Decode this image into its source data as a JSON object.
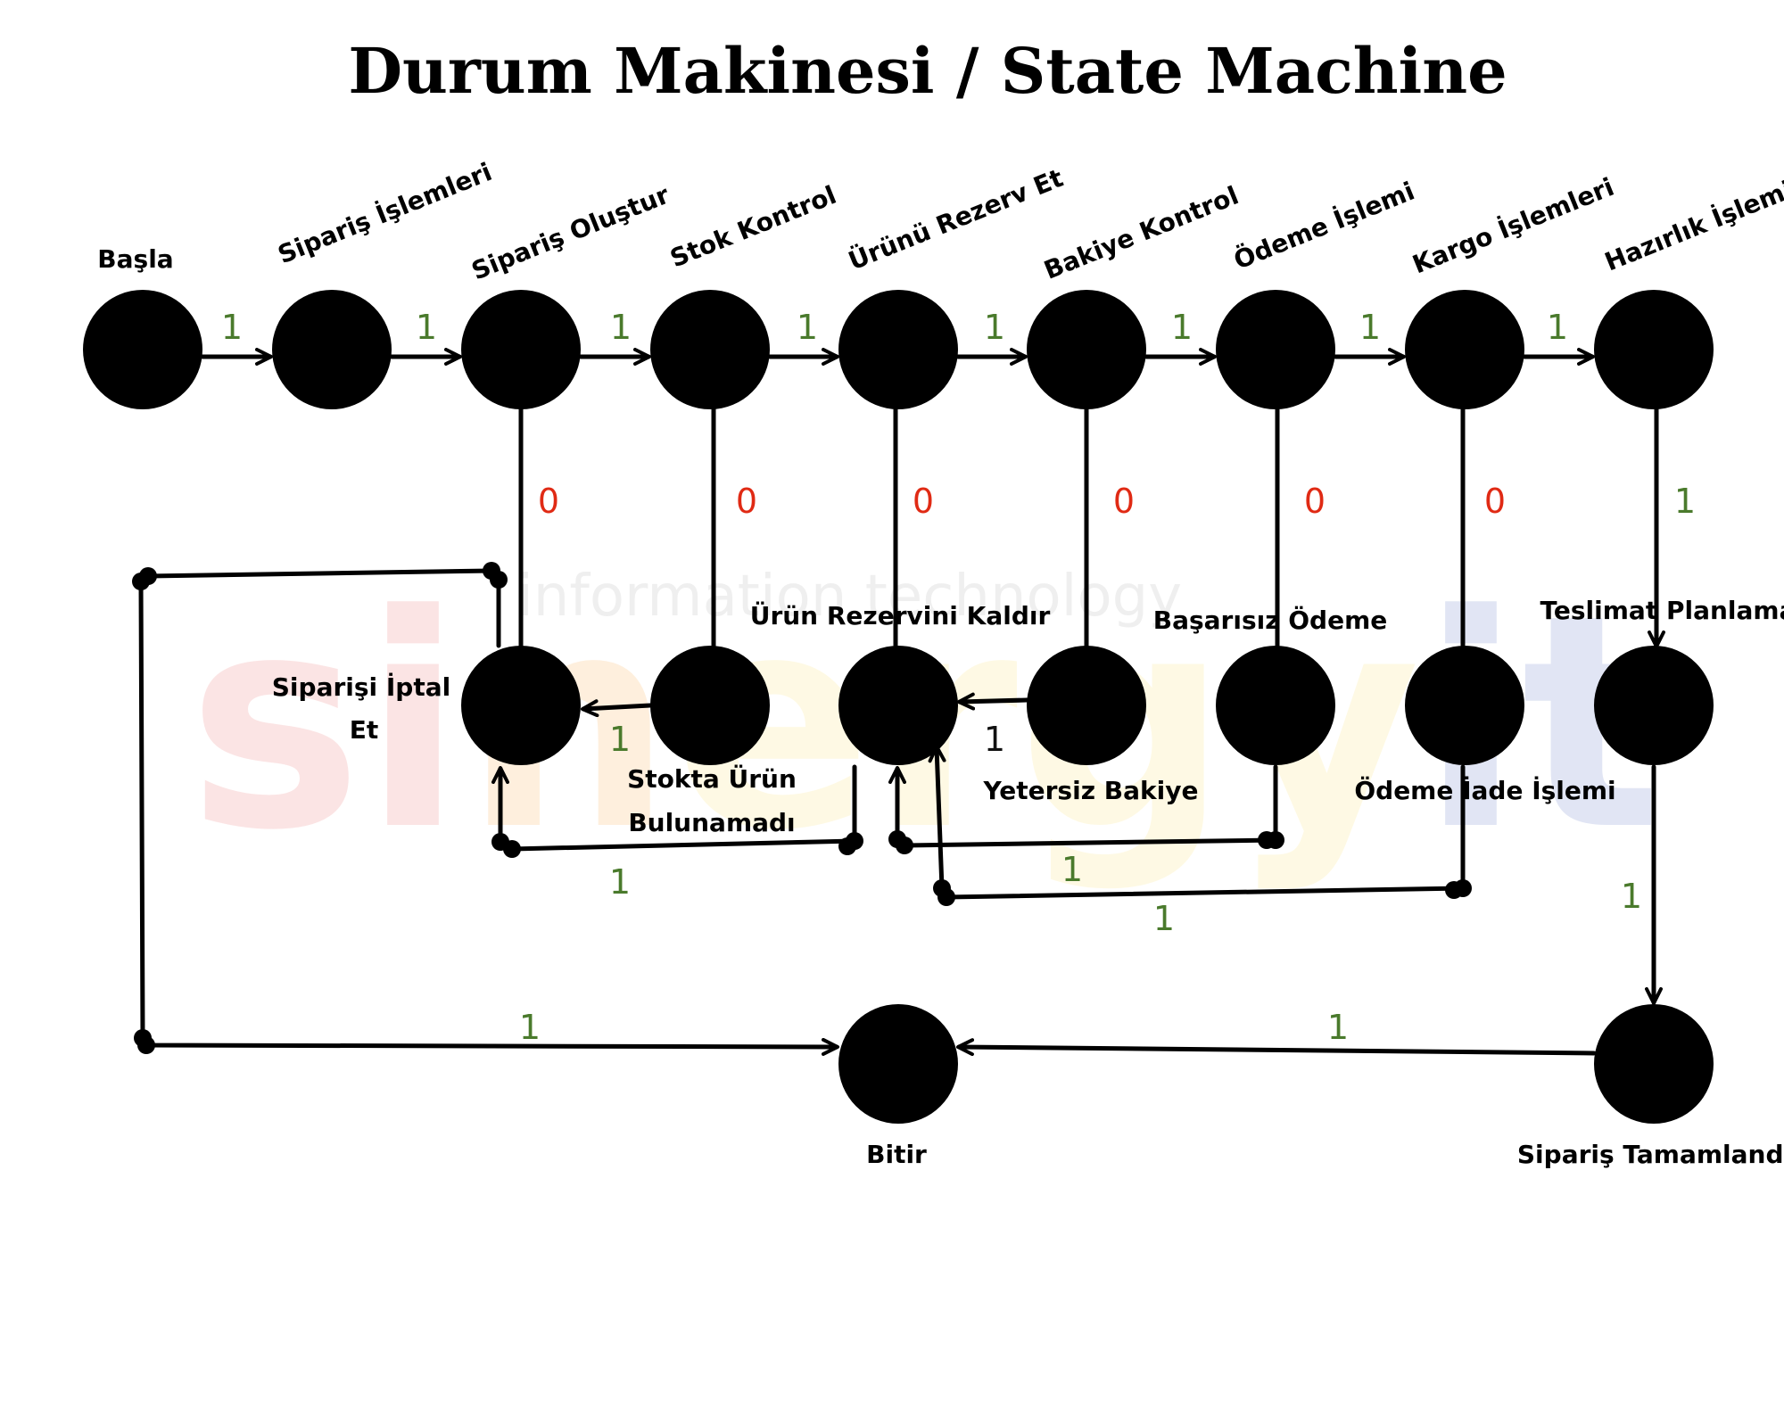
{
  "title": "Durum Makinesi / State Machine",
  "watermark": {
    "brand": "sinergyit",
    "tagline": "information technology",
    "colors": [
      "#e53935",
      "#fb8c00",
      "#fdd835",
      "#1e40af"
    ]
  },
  "colors": {
    "node": "#000000",
    "label_one": "#4a7a2c",
    "label_zero": "#e02a14",
    "label_one_dark": "#111111"
  },
  "states": [
    {
      "id": "basla",
      "label": "Başla"
    },
    {
      "id": "siparis-islemleri",
      "label": "Sipariş İşlemleri"
    },
    {
      "id": "siparis-olustur",
      "label": "Sipariş Oluştur"
    },
    {
      "id": "stok-kontrol",
      "label": "Stok Kontrol"
    },
    {
      "id": "urunu-rezerv-et",
      "label": "Ürünü Rezerv Et"
    },
    {
      "id": "bakiye-kontrol",
      "label": "Bakiye Kontrol"
    },
    {
      "id": "odeme-islemi",
      "label": "Ödeme İşlemi"
    },
    {
      "id": "kargo-islemleri",
      "label": "Kargo İşlemleri"
    },
    {
      "id": "hazirlik-islemi",
      "label": "Hazırlık İşlemi"
    },
    {
      "id": "siparisi-iptal-et",
      "label": "Siparişi İptal",
      "label2": "Et"
    },
    {
      "id": "stokta-urun-bulunamadi",
      "label": "Stokta Ürün",
      "label2": "Bulunamadı"
    },
    {
      "id": "urun-rezervini-kaldir",
      "label": "Ürün Rezervini Kaldır"
    },
    {
      "id": "yetersiz-bakiye",
      "label": "Yetersiz Bakiye"
    },
    {
      "id": "basarisiz-odeme",
      "label": "Başarısız Ödeme"
    },
    {
      "id": "odeme-iade-islemi",
      "label": "Ödeme İade İşlemi"
    },
    {
      "id": "teslimat-planlama",
      "label": "Teslimat Planlama"
    },
    {
      "id": "bitir",
      "label": "Bitir"
    },
    {
      "id": "siparis-tamamlandi",
      "label": "Sipariş Tamamlandı"
    }
  ],
  "transitions": [
    {
      "from": "basla",
      "to": "siparis-islemleri",
      "label": "1"
    },
    {
      "from": "siparis-islemleri",
      "to": "siparis-olustur",
      "label": "1"
    },
    {
      "from": "siparis-olustur",
      "to": "stok-kontrol",
      "label": "1"
    },
    {
      "from": "stok-kontrol",
      "to": "urunu-rezerv-et",
      "label": "1"
    },
    {
      "from": "urunu-rezerv-et",
      "to": "bakiye-kontrol",
      "label": "1"
    },
    {
      "from": "bakiye-kontrol",
      "to": "odeme-islemi",
      "label": "1"
    },
    {
      "from": "odeme-islemi",
      "to": "kargo-islemleri",
      "label": "1"
    },
    {
      "from": "kargo-islemleri",
      "to": "hazirlik-islemi",
      "label": "1"
    },
    {
      "from": "siparis-olustur",
      "to": "siparisi-iptal-et",
      "label": "0"
    },
    {
      "from": "stok-kontrol",
      "to": "stokta-urun-bulunamadi",
      "label": "0"
    },
    {
      "from": "urunu-rezerv-et",
      "to": "urun-rezervini-kaldir",
      "label": "0"
    },
    {
      "from": "bakiye-kontrol",
      "to": "yetersiz-bakiye",
      "label": "0"
    },
    {
      "from": "odeme-islemi",
      "to": "basarisiz-odeme",
      "label": "0"
    },
    {
      "from": "kargo-islemleri",
      "to": "odeme-iade-islemi",
      "label": "0"
    },
    {
      "from": "hazirlik-islemi",
      "to": "teslimat-planlama",
      "label": "1"
    },
    {
      "from": "stokta-urun-bulunamadi",
      "to": "siparisi-iptal-et",
      "label": "1"
    },
    {
      "from": "yetersiz-bakiye",
      "to": "urun-rezervini-kaldir",
      "label": "1"
    },
    {
      "from": "urun-rezervini-kaldir",
      "to": "siparisi-iptal-et",
      "label": "1"
    },
    {
      "from": "basarisiz-odeme",
      "to": "urun-rezervini-kaldir",
      "label": "1"
    },
    {
      "from": "odeme-iade-islemi",
      "to": "urun-rezervini-kaldir",
      "label": "1"
    },
    {
      "from": "teslimat-planlama",
      "to": "siparis-tamamlandi",
      "label": "1"
    },
    {
      "from": "siparis-tamamlandi",
      "to": "bitir",
      "label": "1"
    },
    {
      "from": "siparisi-iptal-et",
      "to": "bitir",
      "label": "1"
    }
  ]
}
